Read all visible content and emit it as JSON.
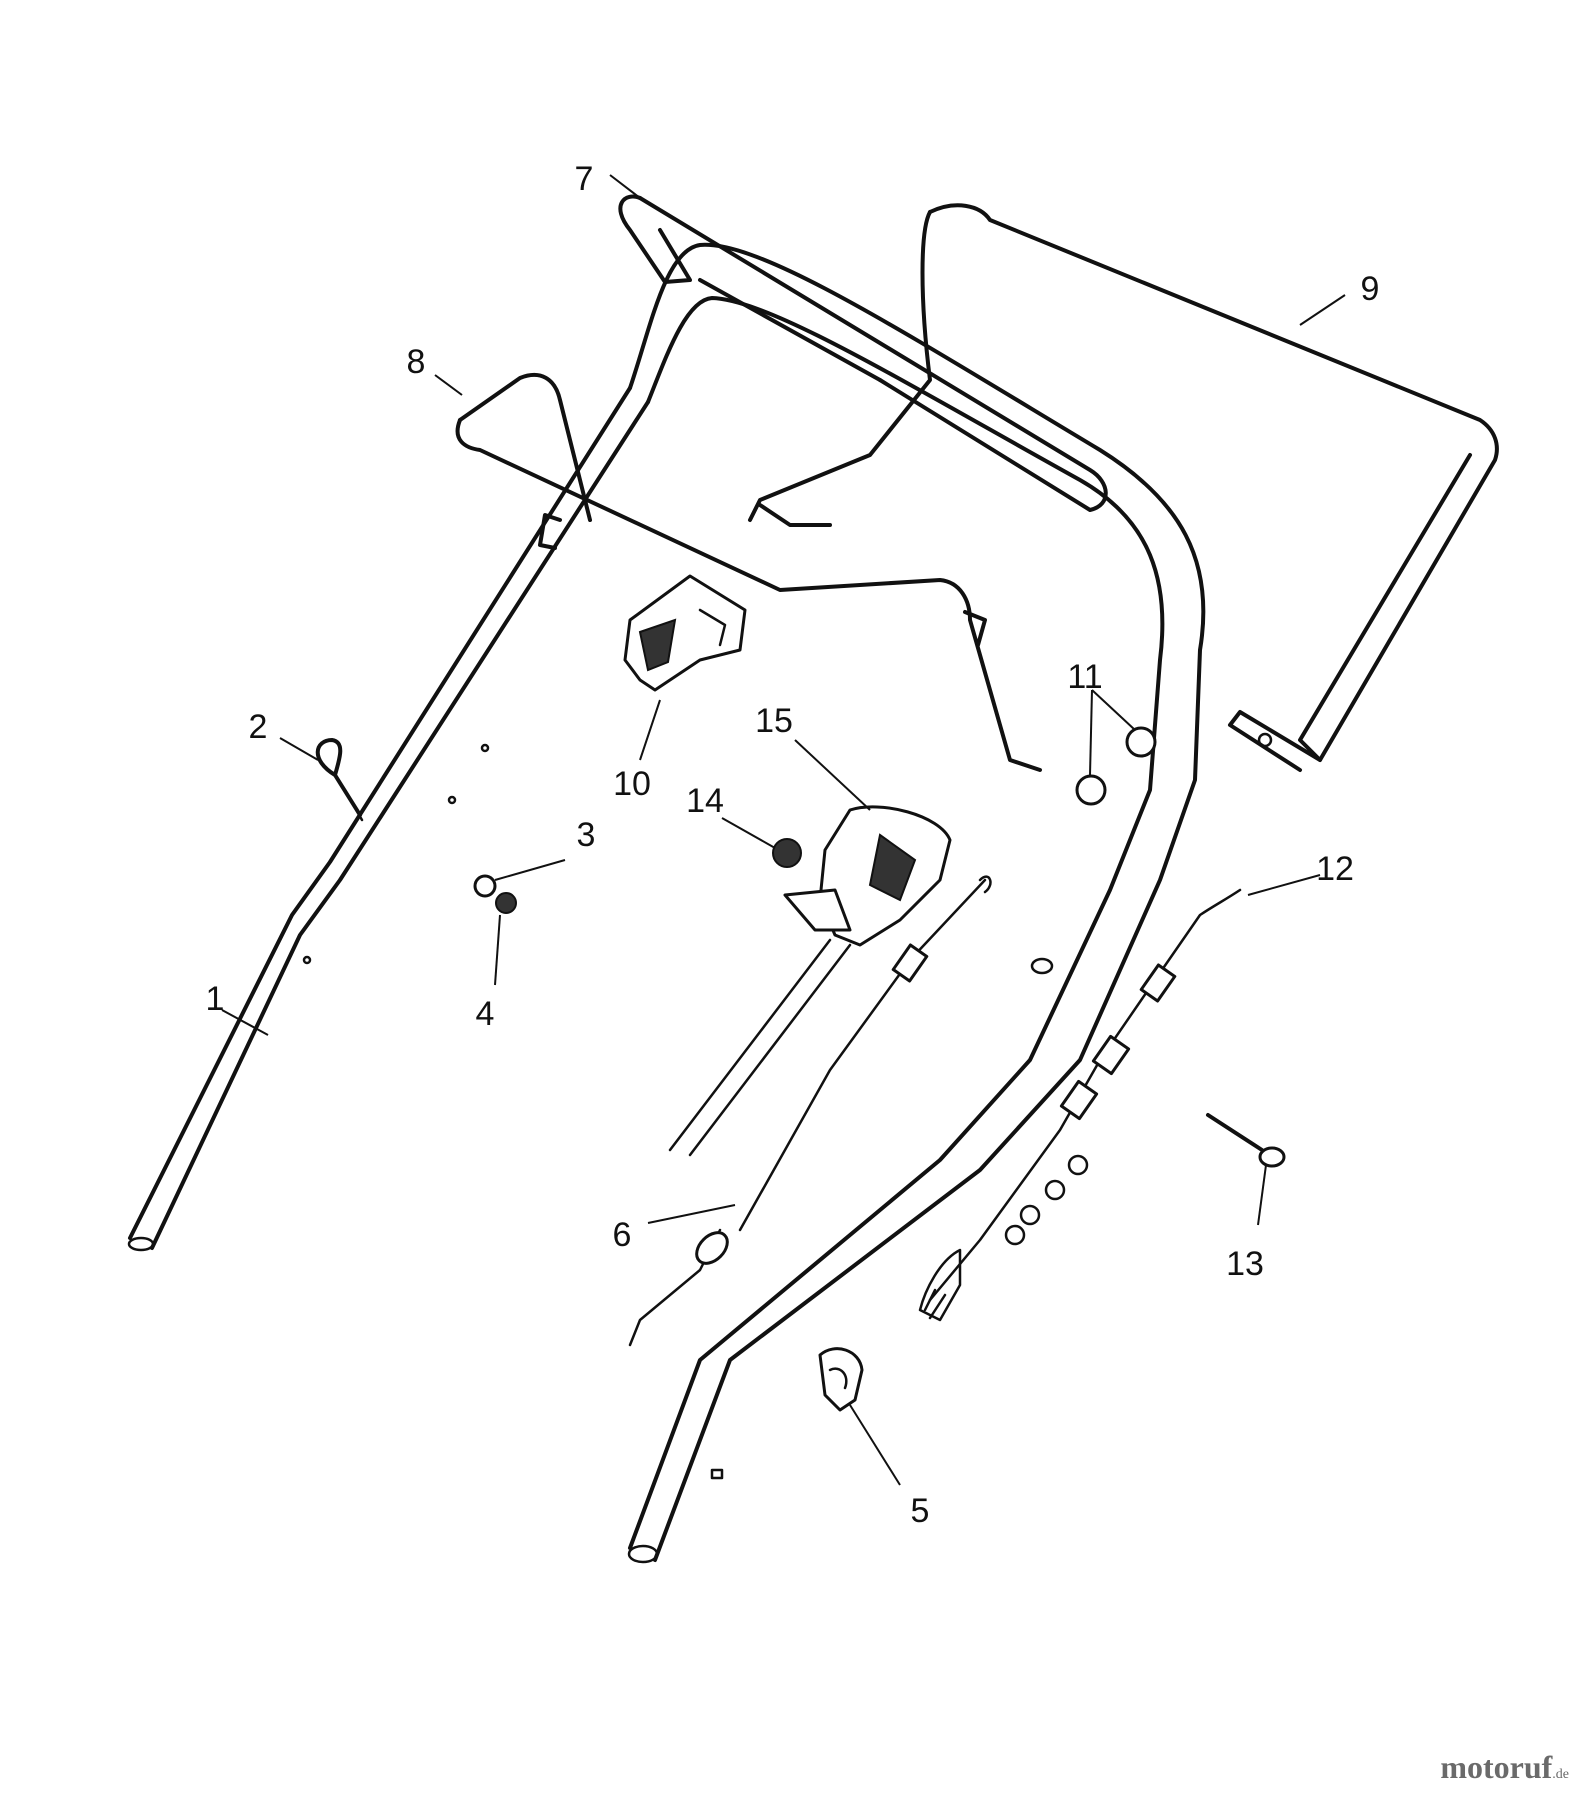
{
  "callouts": [
    "1",
    "2",
    "3",
    "4",
    "5",
    "6",
    "7",
    "8",
    "9",
    "10",
    "11",
    "12",
    "13",
    "14",
    "15"
  ],
  "watermark": {
    "brand": "motoruf",
    "suffix": ".de"
  }
}
